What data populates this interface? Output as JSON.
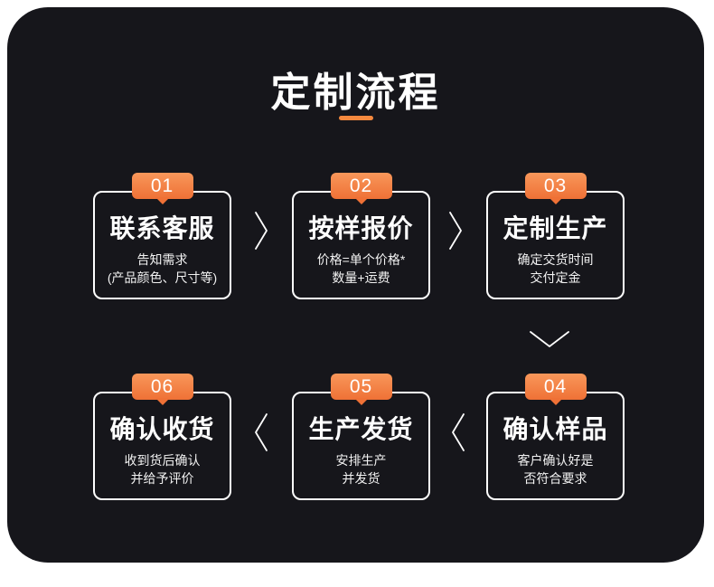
{
  "page": {
    "background_color": "#ffffff",
    "panel_color": "#16161b"
  },
  "header": {
    "title": "定制流程",
    "underline_color": "#f5893e"
  },
  "accent": {
    "badge_gradient_top": "#f8975a",
    "badge_gradient_bottom": "#ef7136",
    "box_border_color": "#ffffff",
    "text_color": "#ffffff"
  },
  "steps": [
    {
      "number": "01",
      "title": "联系客服",
      "desc_line1": "告知需求",
      "desc_line2": "(产品颜色、尺寸等)"
    },
    {
      "number": "02",
      "title": "按样报价",
      "desc_line1": "价格=单个价格*",
      "desc_line2": "数量+运费"
    },
    {
      "number": "03",
      "title": "定制生产",
      "desc_line1": "确定交货时间",
      "desc_line2": "交付定金"
    },
    {
      "number": "04",
      "title": "确认样品",
      "desc_line1": "客户确认好是",
      "desc_line2": "否符合要求"
    },
    {
      "number": "05",
      "title": "生产发货",
      "desc_line1": "安排生产",
      "desc_line2": "并发货"
    },
    {
      "number": "06",
      "title": "确认收货",
      "desc_line1": "收到货后确认",
      "desc_line2": "并给予评价"
    }
  ],
  "arrows": {
    "row1_direction": "right",
    "row2_direction": "left",
    "row_connector_direction": "down",
    "color": "#ffffff"
  }
}
